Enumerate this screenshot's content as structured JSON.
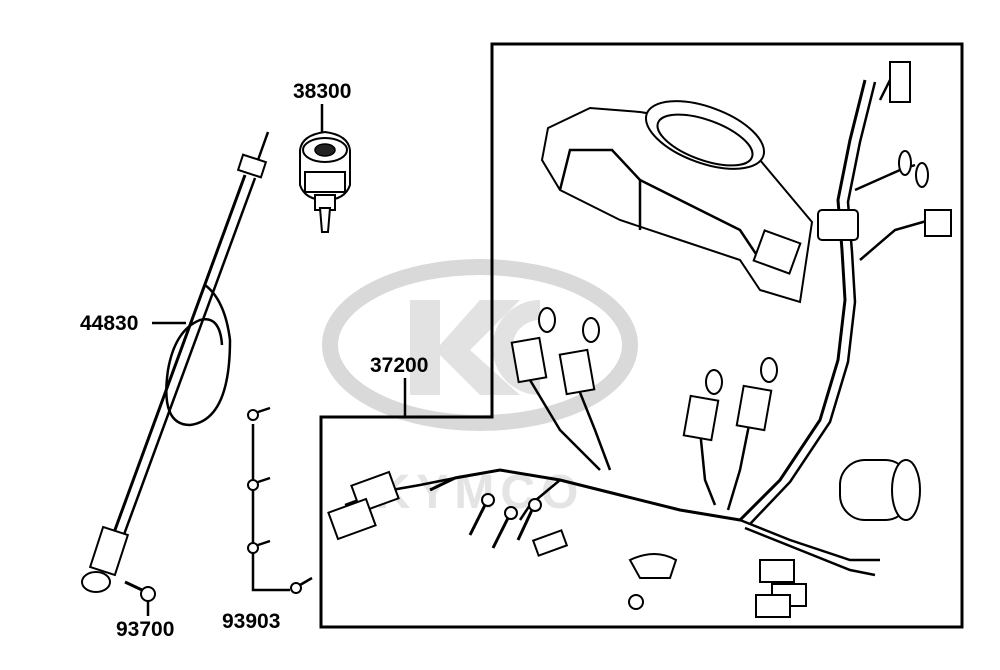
{
  "parts": {
    "p38300": "38300",
    "p44830": "44830",
    "p37200": "37200",
    "p93700": "93700",
    "p93903": "93903"
  },
  "watermark": {
    "brand": "KYMCO",
    "color": "#d9d9d9"
  },
  "colors": {
    "ink": "#000000",
    "background": "#ffffff"
  }
}
